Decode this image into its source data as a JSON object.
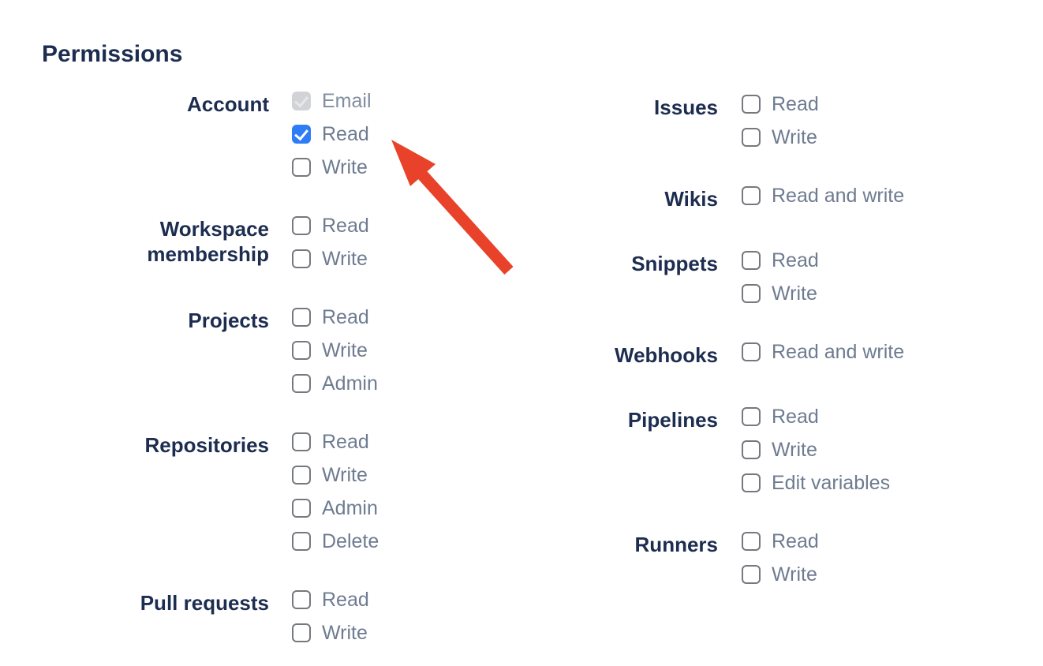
{
  "permissions": {
    "heading": "Permissions",
    "columns": {
      "left": [
        {
          "label": "Account",
          "options": [
            {
              "label": "Email",
              "state": "checked-disabled"
            },
            {
              "label": "Read",
              "state": "checked"
            },
            {
              "label": "Write",
              "state": "unchecked"
            }
          ]
        },
        {
          "label": "Workspace membership",
          "options": [
            {
              "label": "Read",
              "state": "unchecked"
            },
            {
              "label": "Write",
              "state": "unchecked"
            }
          ]
        },
        {
          "label": "Projects",
          "options": [
            {
              "label": "Read",
              "state": "unchecked"
            },
            {
              "label": "Write",
              "state": "unchecked"
            },
            {
              "label": "Admin",
              "state": "unchecked"
            }
          ]
        },
        {
          "label": "Repositories",
          "options": [
            {
              "label": "Read",
              "state": "unchecked"
            },
            {
              "label": "Write",
              "state": "unchecked"
            },
            {
              "label": "Admin",
              "state": "unchecked"
            },
            {
              "label": "Delete",
              "state": "unchecked"
            }
          ]
        },
        {
          "label": "Pull requests",
          "options": [
            {
              "label": "Read",
              "state": "unchecked"
            },
            {
              "label": "Write",
              "state": "unchecked"
            }
          ]
        }
      ],
      "right": [
        {
          "label": "Issues",
          "options": [
            {
              "label": "Read",
              "state": "unchecked"
            },
            {
              "label": "Write",
              "state": "unchecked"
            }
          ]
        },
        {
          "label": "Wikis",
          "options": [
            {
              "label": "Read and write",
              "state": "unchecked"
            }
          ]
        },
        {
          "label": "Snippets",
          "options": [
            {
              "label": "Read",
              "state": "unchecked"
            },
            {
              "label": "Write",
              "state": "unchecked"
            }
          ]
        },
        {
          "label": "Webhooks",
          "options": [
            {
              "label": "Read and write",
              "state": "unchecked"
            }
          ]
        },
        {
          "label": "Pipelines",
          "options": [
            {
              "label": "Read",
              "state": "unchecked"
            },
            {
              "label": "Write",
              "state": "unchecked"
            },
            {
              "label": "Edit variables",
              "state": "unchecked"
            }
          ]
        },
        {
          "label": "Runners",
          "options": [
            {
              "label": "Read",
              "state": "unchecked"
            },
            {
              "label": "Write",
              "state": "unchecked"
            }
          ]
        }
      ]
    }
  },
  "theme": {
    "heading_color": "#1d2d50",
    "label_color": "#6e7b90",
    "checkbox_checked_color": "#2e7cf6",
    "checkbox_disabled_fill": "#d2d3d6"
  },
  "annotation": {
    "arrow_color": "#e8432a"
  }
}
